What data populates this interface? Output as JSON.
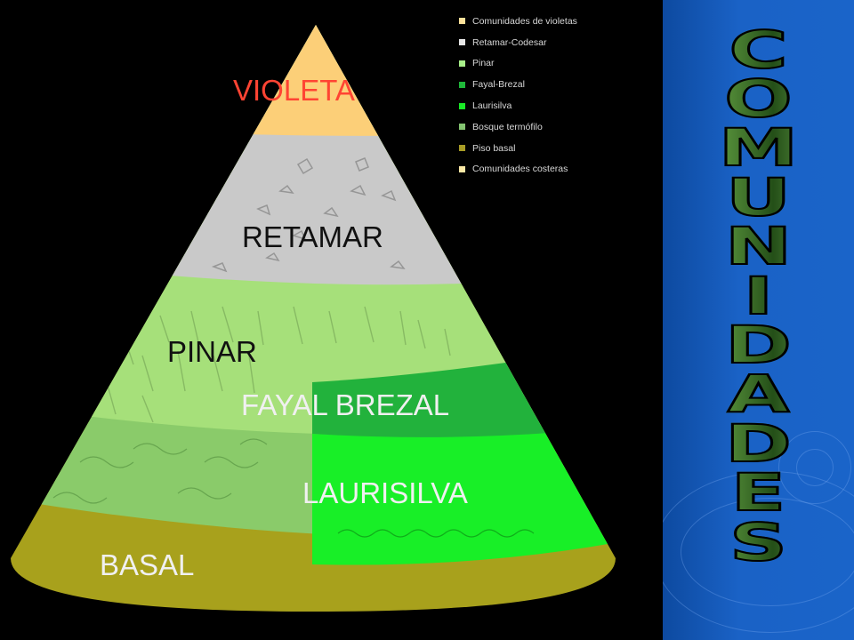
{
  "zones": [
    {
      "id": "violeta",
      "label": "VIOLETA",
      "label_color": "#ff4433",
      "fill": "#fccf78"
    },
    {
      "id": "retamar",
      "label": "RETAMAR",
      "label_color": "#111111",
      "fill": "#c9c9c9"
    },
    {
      "id": "pinar",
      "label": "PINAR",
      "label_color": "#111111",
      "fill": "#a6e07a"
    },
    {
      "id": "fayal-brezal",
      "label": "FAYAL BREZAL",
      "label_color": "#f0f0f0",
      "fill": "#22b23c"
    },
    {
      "id": "laurisilva",
      "label": "LAURISILVA",
      "label_color": "#f0f0f0",
      "fill": "#18ef27"
    },
    {
      "id": "basal",
      "label": "BASAL",
      "label_color": "#f0f0f0",
      "fill": "#a8a11c"
    }
  ],
  "extra_fills": {
    "termofilo": "#8acb6a",
    "shadow": "#3e8e40"
  },
  "legend": [
    {
      "label": "Comunidades de violetas",
      "color": "#fce19a"
    },
    {
      "label": "Retamar-Codesar",
      "color": "#e6e6e6"
    },
    {
      "label": "Pinar",
      "color": "#a8f08a"
    },
    {
      "label": "Fayal-Brezal",
      "color": "#1fb83a"
    },
    {
      "label": "Laurisilva",
      "color": "#19ea26"
    },
    {
      "label": "Bosque termófilo",
      "color": "#84c471"
    },
    {
      "label": "Piso basal",
      "color": "#a89c26"
    },
    {
      "label": "Comunidades costeras",
      "color": "#fbe9a6"
    }
  ],
  "vertical_title": [
    "C",
    "O",
    "M",
    "U",
    "N",
    "I",
    "D",
    "A",
    "D",
    "E",
    "S"
  ],
  "colors": {
    "background": "#000000",
    "panel": "#1a62c6",
    "title_fill": "#4f9636"
  }
}
